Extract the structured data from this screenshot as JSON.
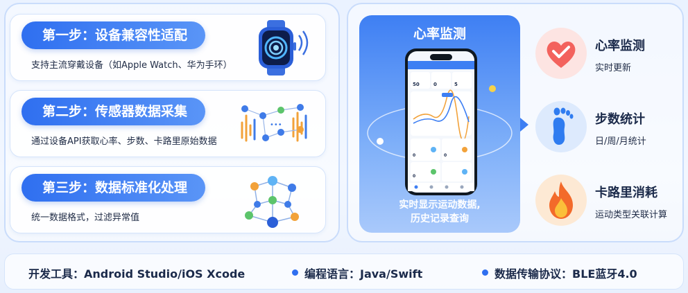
{
  "steps": [
    {
      "title": "第一步：设备兼容性适配",
      "desc": "支持主流穿戴设备（如Apple Watch、华为手环）",
      "icon": "smartwatch-icon"
    },
    {
      "title": "第二步：传感器数据采集",
      "desc": "通过设备API获取心率、步数、卡路里原始数据",
      "icon": "sensor-data-icon"
    },
    {
      "title": "第三步：数据标准化处理",
      "desc": "统一数据格式，过滤异常值",
      "icon": "network-nodes-icon"
    }
  ],
  "phone": {
    "title": "心率监测",
    "caption_line1": "实时显示运动数据,",
    "caption_line2": "历史记录查询",
    "screen_numbers": [
      "50",
      "0",
      "5",
      "0",
      "0",
      "0"
    ]
  },
  "features": [
    {
      "title": "心率监测",
      "sub": "实时更新",
      "icon": "heart-icon",
      "color": "#f3625d"
    },
    {
      "title": "步数统计",
      "sub": "日/周/月统计",
      "icon": "footprint-icon",
      "color": "#2f7cf0"
    },
    {
      "title": "卡路里消耗",
      "sub": "运动类型关联计算",
      "icon": "flame-icon",
      "color": "#f36a2a"
    }
  ],
  "tools": {
    "dev": "开发工具：Android Studio/iOS Xcode",
    "lang": "编程语言：Java/Swift",
    "protocol": "数据传输协议：BLE蓝牙4.0"
  },
  "colors": {
    "accent": "#2f6ff0",
    "panel_border": "#c9dcfb"
  }
}
